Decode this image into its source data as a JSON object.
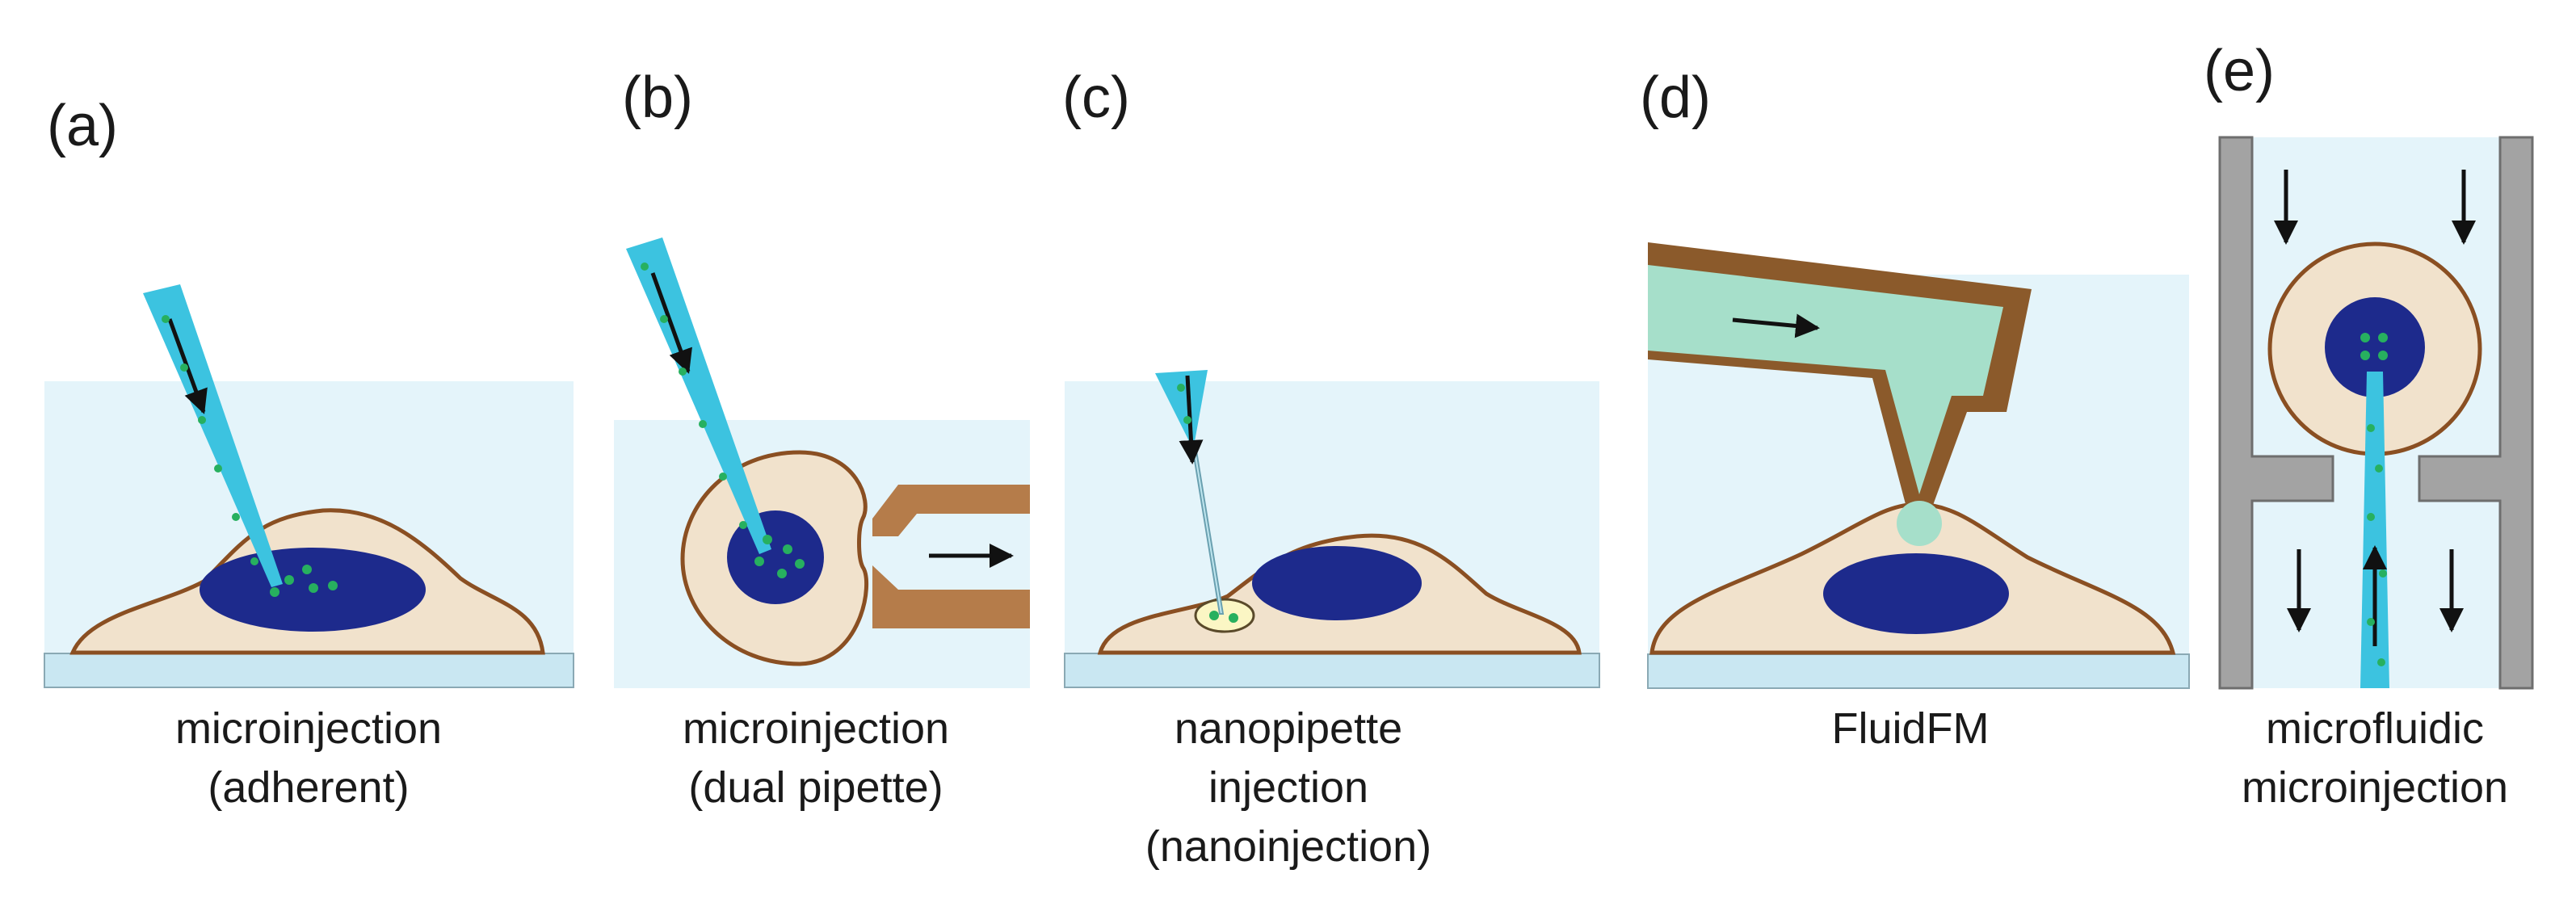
{
  "panels": [
    {
      "label": "(a)",
      "caption": [
        "microinjection",
        "(adherent)"
      ]
    },
    {
      "label": "(b)",
      "caption": [
        "microinjection",
        "(dual pipette)"
      ]
    },
    {
      "label": "(c)",
      "caption": [
        "nanopipette",
        "injection",
        "(nanoinjection)"
      ]
    },
    {
      "label": "(d)",
      "caption": [
        "FluidFM"
      ]
    },
    {
      "label": "(e)",
      "caption": [
        "microfluidic",
        "microinjection"
      ]
    }
  ],
  "colors": {
    "medium": "#e4f4fa",
    "substrate": "#c9e7f2",
    "cell_fill": "#f1e2cc",
    "cell_outline": "#8a4f22",
    "nucleus": "#1d2a8c",
    "pipette": "#3cc3e0",
    "particle": "#27b05f",
    "holder": "#b57c4a",
    "cantilever_fill": "#a6dfca",
    "cantilever_frame": "#8b5a2b",
    "wall": "#a3a3a3",
    "arrow": "#111111"
  }
}
